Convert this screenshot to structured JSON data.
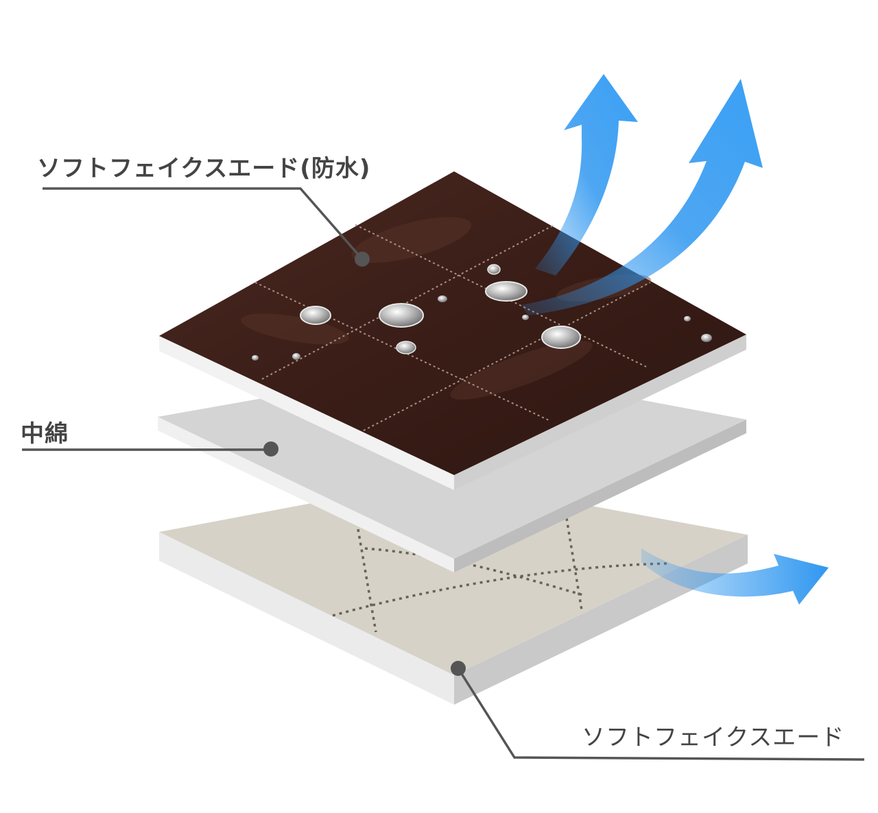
{
  "labels": {
    "top_layer": "ソフトフェイクスエード(防水)",
    "middle_layer": "中綿",
    "bottom_layer": "ソフトフェイクスエード"
  },
  "colors": {
    "top_fabric": "#3a1d17",
    "middle_fill": "#d4d4d4",
    "bottom_fabric": "#d6d2c8",
    "layer_edge": "#ececec",
    "arrow": "#2f97f0",
    "leader": "#555555"
  },
  "icons": {
    "droplet": "water-droplet-icon",
    "arrow": "airflow-arrow-icon"
  }
}
